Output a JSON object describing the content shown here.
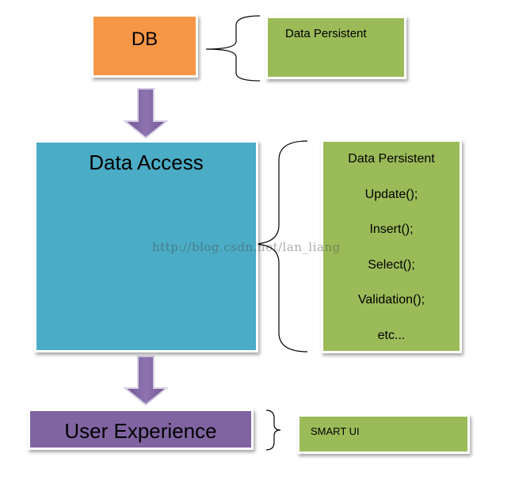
{
  "layers": {
    "db": {
      "label": "DB",
      "color": "#f79646"
    },
    "data_access": {
      "label": "Data Access",
      "color": "#4bacc6"
    },
    "user_experience": {
      "label": "User Experience",
      "color": "#8064a2"
    }
  },
  "notes": {
    "db_note": "Data Persistent",
    "data_access_items": [
      "Data Persistent",
      "Update();",
      "Insert();",
      "Select();",
      "Validation();",
      "etc..."
    ],
    "ux_note": "SMART UI",
    "note_color": "#9bbb59"
  },
  "arrow_color": "#8064a2",
  "watermark": "http://blog.csdn.net/lan_liang"
}
